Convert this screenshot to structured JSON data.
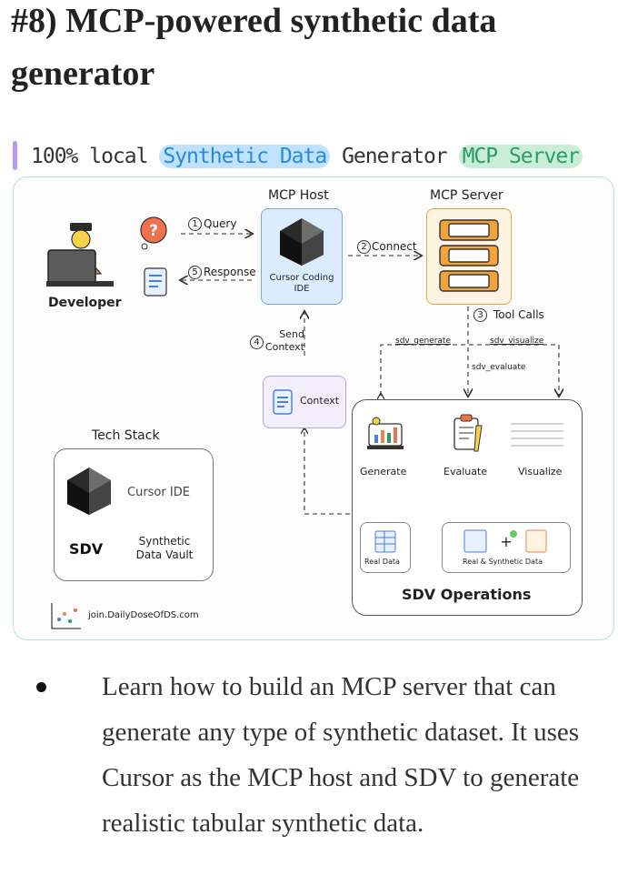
{
  "heading": "#8) MCP-powered synthetic data generator",
  "banner": {
    "prefix": "100% local",
    "blue": "Synthetic Data",
    "middle": "Generator",
    "green": "MCP Server"
  },
  "diagram": {
    "developer_label": "Developer",
    "query_label": "Query",
    "query_step": "1",
    "response_label": "Response",
    "response_step": "5",
    "mcp_host_title": "MCP Host",
    "host_ide_label": "Cursor Coding IDE",
    "mcp_server_title": "MCP Server",
    "connect_label": "Connect",
    "connect_step": "2",
    "tool_calls_label": "Tool Calls",
    "tool_calls_step": "3",
    "send_context_label": "Send Context",
    "send_context_step": "4",
    "context_label": "Context",
    "sdv_generate": "sdv_generate",
    "sdv_visualize": "sdv_visualize",
    "sdv_evaluate": "sdv_evaluate",
    "op_generate": "Generate",
    "op_evaluate": "Evaluate",
    "op_visualize": "Visualize",
    "real_data": "Real Data",
    "real_synthetic_data": "Real & Synthetic Data",
    "sdv_operations": "SDV Operations",
    "tech_stack_title": "Tech Stack",
    "cursor_ide": "Cursor IDE",
    "sdv_logo": "SDV",
    "sdv_full": "Synthetic Data Vault",
    "watermark": "join.DailyDoseOfDS.com"
  },
  "colors": {
    "banner_blue": "#2b8ad8",
    "banner_green": "#2f9b68",
    "server_orange": "#f2a33a",
    "host_blue": "#dcecff"
  },
  "bullet": "Learn how to build an MCP server that can generate any type of synthetic dataset. It uses Cursor as the MCP host and SDV to generate realistic tabular synthetic data."
}
